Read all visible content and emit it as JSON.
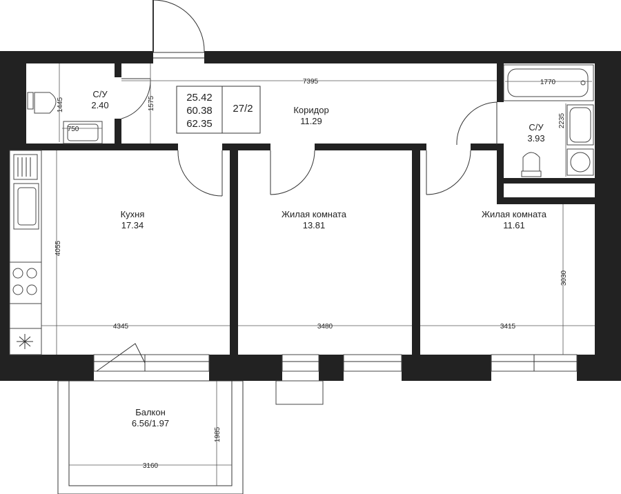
{
  "rooms": {
    "corridor": {
      "name": "Коридор",
      "area": "11.29"
    },
    "wc_left": {
      "name": "С/У",
      "area": "2.40"
    },
    "wc_right": {
      "name": "С/У",
      "area": "3.93"
    },
    "kitchen": {
      "name": "Кухня",
      "area": "17.34"
    },
    "living1": {
      "name": "Жилая комната",
      "area": "13.81"
    },
    "living2": {
      "name": "Жилая комната",
      "area": "11.61"
    },
    "balcony": {
      "name": "Балкон",
      "area": "6.56/1.97"
    }
  },
  "summary": {
    "area_living": "25.42",
    "area_total": "60.38",
    "area_with_balcony": "62.35",
    "apartment_no": "27/2"
  },
  "dimensions": {
    "corridor_length": "7395",
    "corridor_depth": "1575",
    "wc_left_height": "1445",
    "wc_left_width": "750",
    "bath_length": "1770",
    "wc_right_height": "2235",
    "kitchen_height": "4055",
    "kitchen_width": "4345",
    "living1_width": "3480",
    "living2_width": "3415",
    "living2_height": "3030",
    "balcony_height": "1985",
    "balcony_width": "3160"
  },
  "colors": {
    "wall": "#222222",
    "line": "#333333",
    "background": "#ffffff"
  }
}
